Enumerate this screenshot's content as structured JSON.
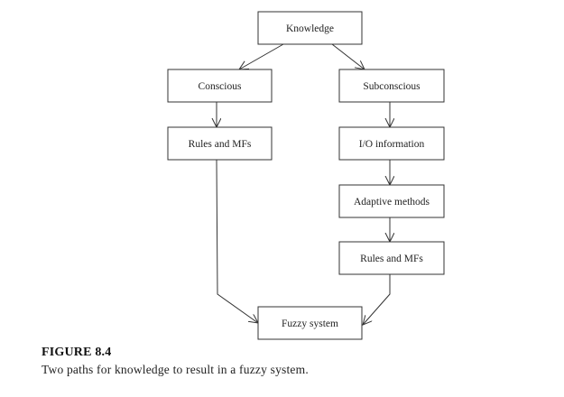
{
  "diagram": {
    "nodes": {
      "knowledge": "Knowledge",
      "conscious": "Conscious",
      "subconscious": "Subconscious",
      "rules_left": "Rules and MFs",
      "io_information": "I/O information",
      "adaptive_methods": "Adaptive methods",
      "rules_right": "Rules and MFs",
      "fuzzy_system": "Fuzzy system"
    },
    "edges": [
      {
        "from": "knowledge",
        "to": "conscious"
      },
      {
        "from": "knowledge",
        "to": "subconscious"
      },
      {
        "from": "conscious",
        "to": "rules_left"
      },
      {
        "from": "subconscious",
        "to": "io_information"
      },
      {
        "from": "io_information",
        "to": "adaptive_methods"
      },
      {
        "from": "adaptive_methods",
        "to": "rules_right"
      },
      {
        "from": "rules_left",
        "to": "fuzzy_system"
      },
      {
        "from": "rules_right",
        "to": "fuzzy_system"
      }
    ]
  },
  "caption": {
    "title": "FIGURE 8.4",
    "text": "Two paths for knowledge to result in a fuzzy system."
  }
}
